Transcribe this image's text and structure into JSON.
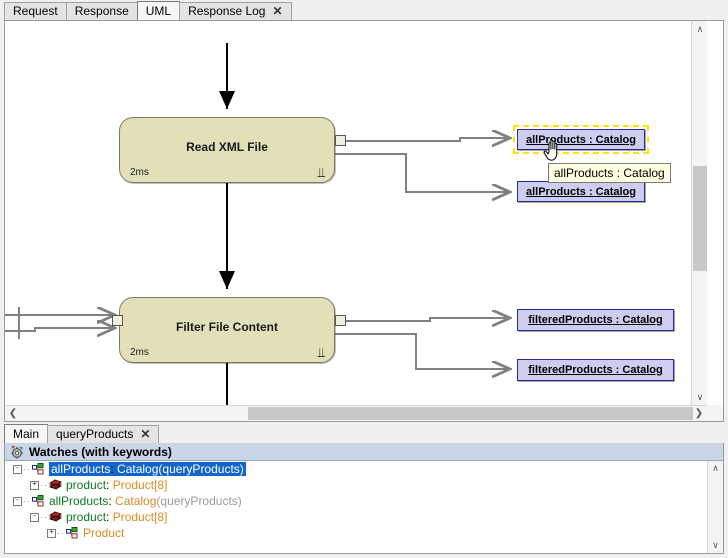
{
  "top_tabs": [
    {
      "label": "Request",
      "active": false,
      "closable": false
    },
    {
      "label": "Response",
      "active": false,
      "closable": false
    },
    {
      "label": "UML",
      "active": true,
      "closable": false
    },
    {
      "label": "Response Log",
      "active": false,
      "closable": true,
      "close_label": "✕"
    }
  ],
  "diagram": {
    "blocks": [
      {
        "title": "Read XML File",
        "duration": "2ms",
        "glyph": "⫫"
      },
      {
        "title": "Filter File Content",
        "duration": "2ms",
        "glyph": "⫫"
      }
    ],
    "objects": [
      {
        "label": "allProducts : Catalog",
        "selected": true
      },
      {
        "label": "allProducts : Catalog",
        "selected": false
      },
      {
        "label": "filteredProducts : Catalog",
        "selected": false
      },
      {
        "label": "filteredProducts : Catalog",
        "selected": false
      }
    ],
    "tooltip": "allProducts : Catalog",
    "colors": {
      "block_fill": "#e1e0b9",
      "block_stroke": "#7d7d5e",
      "object_fill": "#cdcdef",
      "object_stroke": "#2b2b8f",
      "selection": "#ffe400",
      "wire": "#808080",
      "flow": "#000000",
      "tooltip_bg": "#ffffe1"
    },
    "vscroll": {
      "up": "∧",
      "down": "∨"
    },
    "hscroll": {
      "left": "❮",
      "right": "❯"
    }
  },
  "bottom_tabs": [
    {
      "label": "Main",
      "active": true,
      "closable": false
    },
    {
      "label": "queryProducts",
      "active": false,
      "closable": true,
      "close_label": "✕"
    }
  ],
  "watches": {
    "title": "Watches (with keywords)",
    "icon": "watches-gear-icon",
    "scroll": {
      "up": "∧",
      "down": "∨"
    },
    "rows": [
      {
        "indent": 0,
        "toggle": "-",
        "icon": "class-icon",
        "name": "allProducts",
        "sep": ": ",
        "type": "Catalog",
        "context": "(queryProducts)",
        "selected": true
      },
      {
        "indent": 1,
        "toggle": "+",
        "icon": "stack-icon",
        "name": "product",
        "sep": ": ",
        "type": "Product[8]",
        "context": "",
        "selected": false
      },
      {
        "indent": 0,
        "toggle": "-",
        "icon": "class-icon",
        "name": "allProducts",
        "sep": ": ",
        "type": "Catalog",
        "context": "(queryProducts)",
        "selected": false
      },
      {
        "indent": 1,
        "toggle": "-",
        "icon": "stack-icon",
        "name": "product",
        "sep": ": ",
        "type": "Product[8]",
        "context": "",
        "selected": false
      },
      {
        "indent": 2,
        "toggle": "+",
        "icon": "class-icon",
        "name": "",
        "sep": "",
        "type": "Product",
        "context": "",
        "selected": false
      }
    ]
  }
}
